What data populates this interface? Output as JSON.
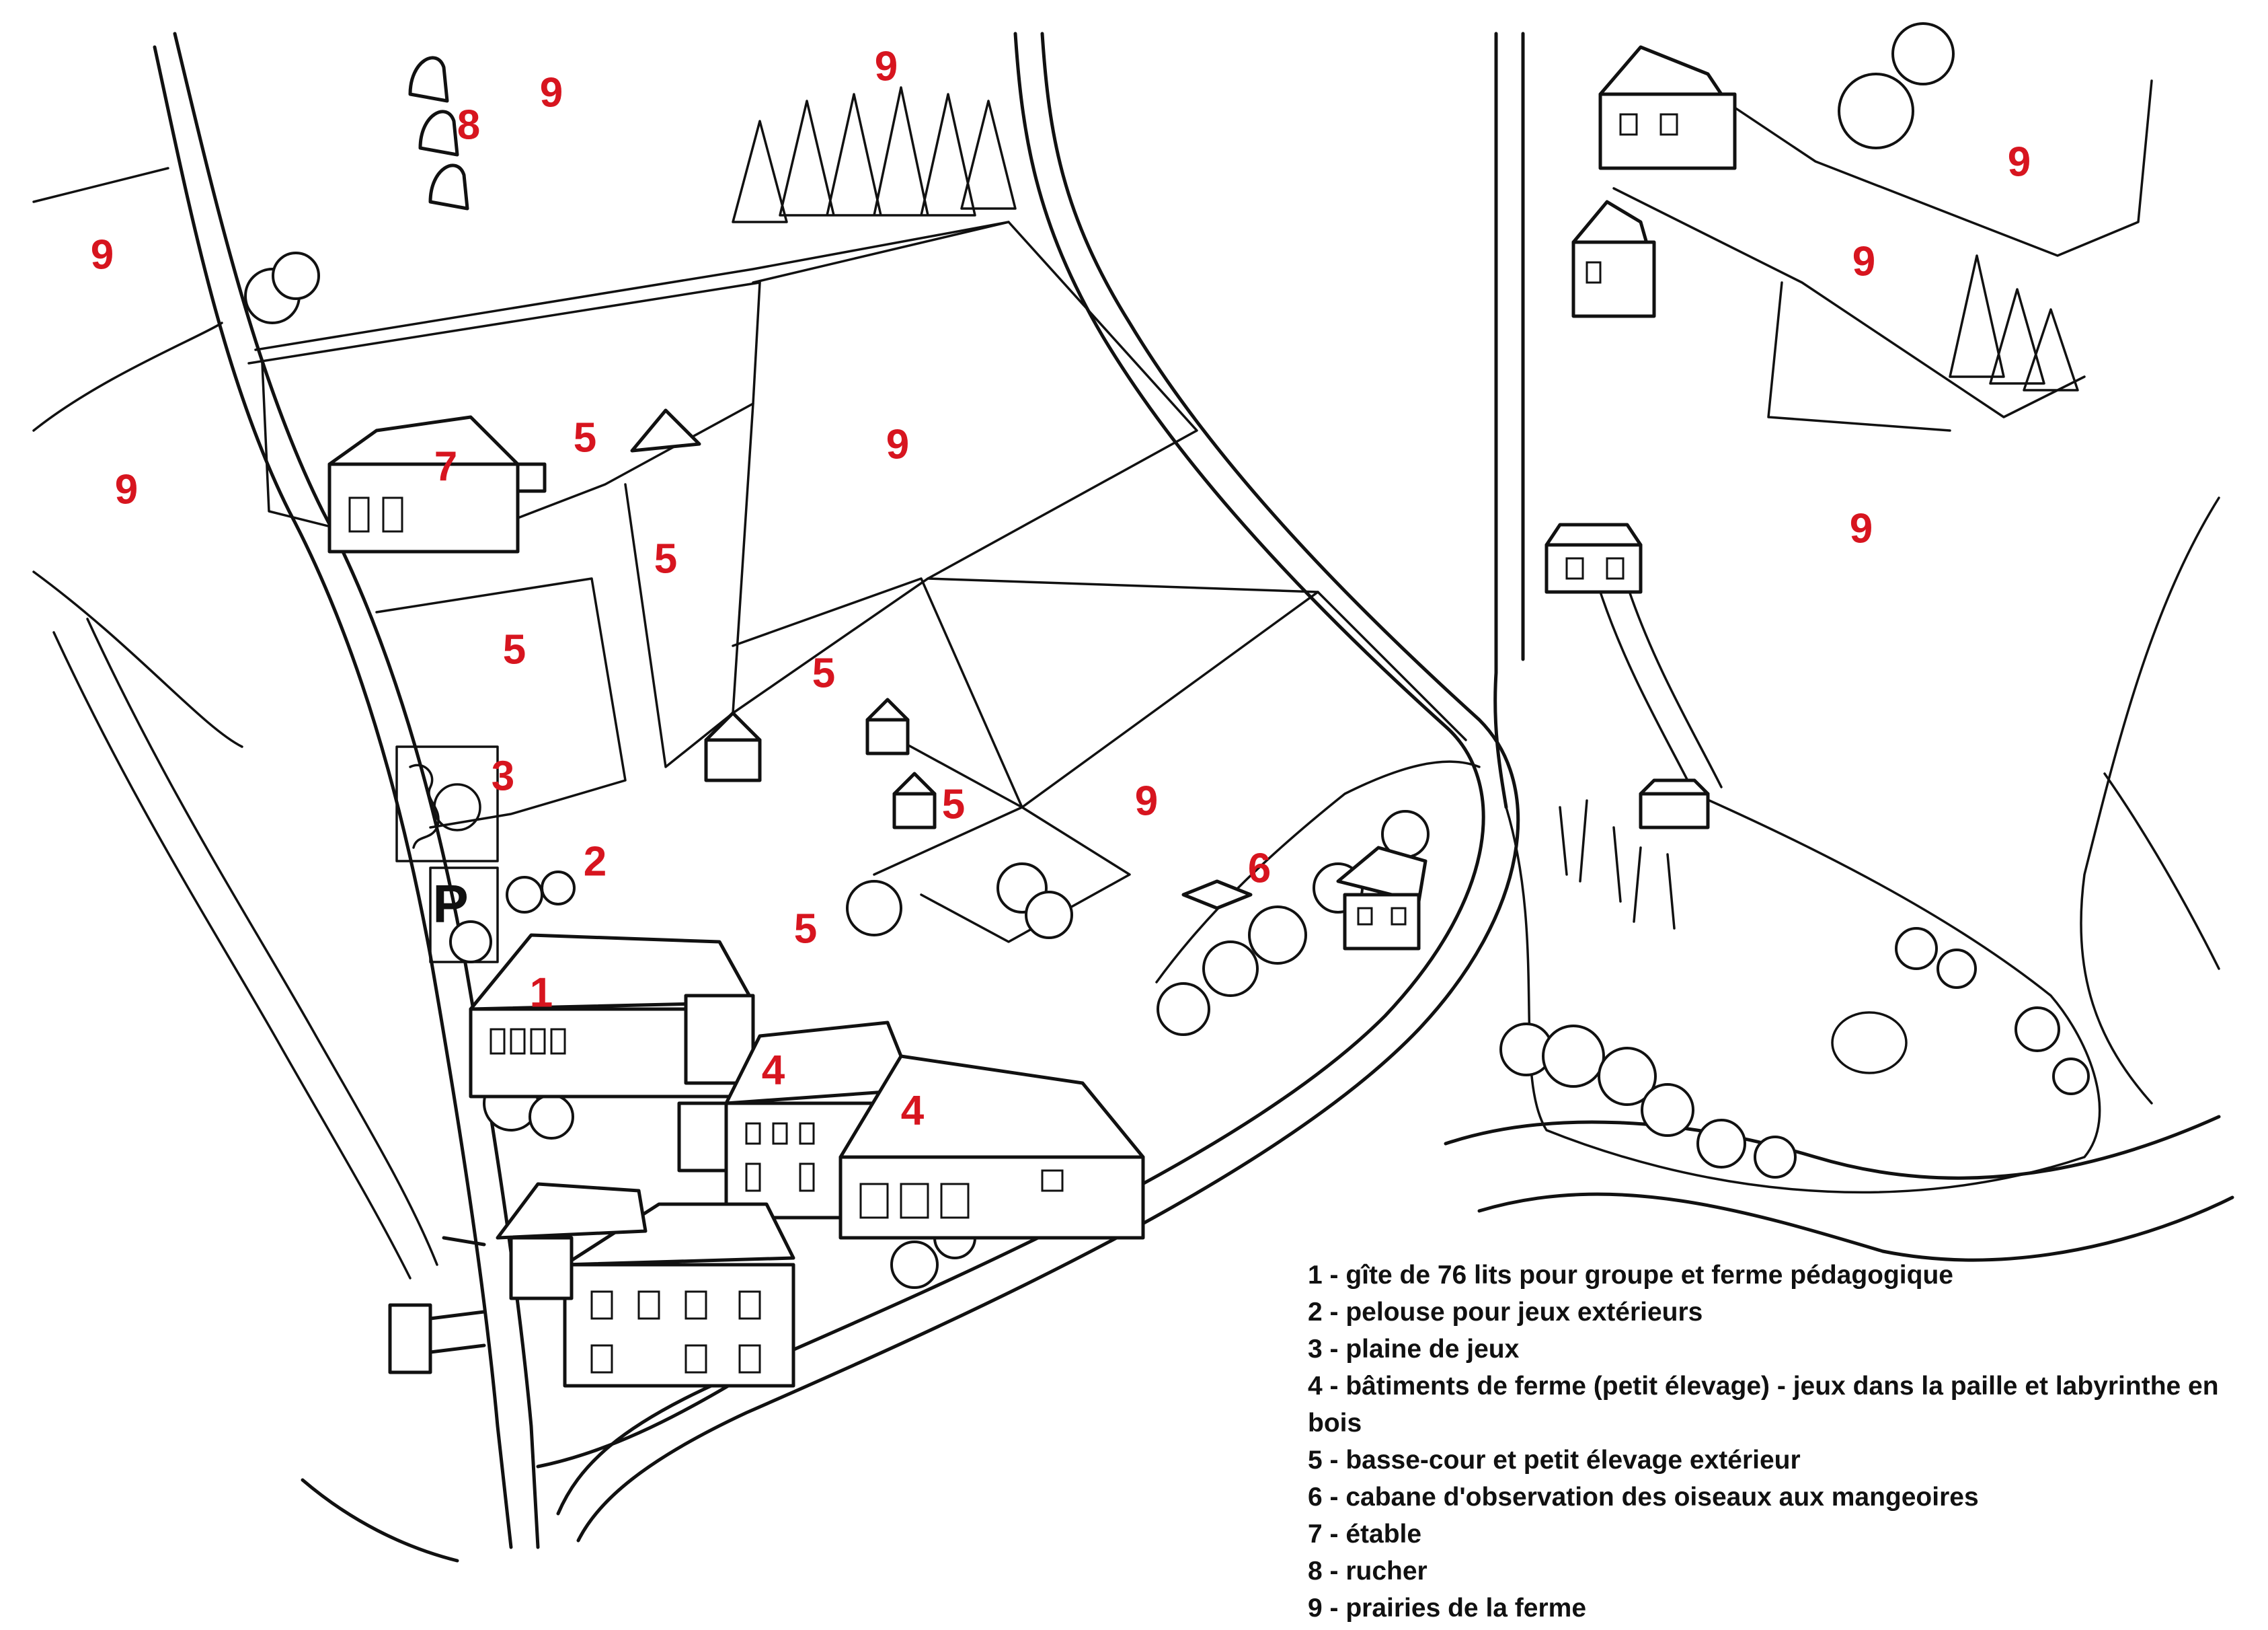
{
  "map": {
    "zone_labels": {
      "l1": "1",
      "l2": "2",
      "l3": "3",
      "l4a": "4",
      "l4b": "4",
      "l5a": "5",
      "l5b": "5",
      "l5c": "5",
      "l5d": "5",
      "l5e": "5",
      "l5f": "5",
      "l6": "6",
      "l7": "7",
      "l8": "8",
      "l9a": "9",
      "l9b": "9",
      "l9c": "9",
      "l9d": "9",
      "l9e": "9",
      "l9f": "9",
      "l9g": "9",
      "l9h": "9",
      "l9i": "9"
    },
    "parking_sign": "P",
    "label_color": "#d7151f",
    "ink_color": "#111111"
  },
  "legend": {
    "items": [
      "1 - gîte de 76 lits pour groupe et ferme pédagogique",
      "2 - pelouse pour jeux extérieurs",
      "3 - plaine de jeux",
      "4 - bâtiments de ferme (petit élevage) - jeux dans la paille et labyrinthe en bois",
      "5 - basse-cour et petit élevage extérieur",
      "6 - cabane d'observation des oiseaux aux mangeoires",
      "7 - étable",
      "8 - rucher",
      "9 - prairies de la ferme"
    ]
  }
}
